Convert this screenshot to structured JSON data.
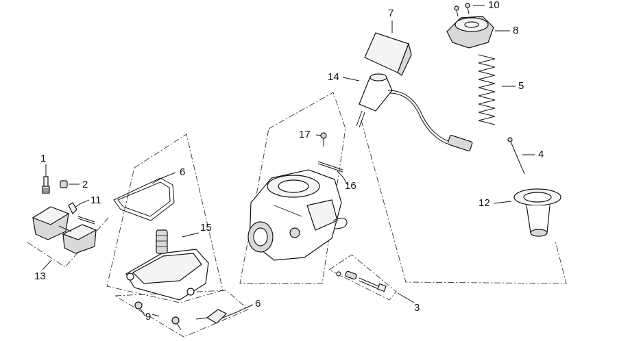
{
  "callouts": [
    {
      "id": "c1",
      "label": "1"
    },
    {
      "id": "c2",
      "label": "2"
    },
    {
      "id": "c3",
      "label": "3"
    },
    {
      "id": "c4",
      "label": "4"
    },
    {
      "id": "c5",
      "label": "5"
    },
    {
      "id": "c6a",
      "label": "6"
    },
    {
      "id": "c6b",
      "label": "6"
    },
    {
      "id": "c7",
      "label": "7"
    },
    {
      "id": "c8",
      "label": "8"
    },
    {
      "id": "c9",
      "label": "9"
    },
    {
      "id": "c10",
      "label": "10"
    },
    {
      "id": "c11",
      "label": "11"
    },
    {
      "id": "c12",
      "label": "12"
    },
    {
      "id": "c13",
      "label": "13"
    },
    {
      "id": "c14",
      "label": "14"
    },
    {
      "id": "c15",
      "label": "15"
    },
    {
      "id": "c16",
      "label": "16"
    },
    {
      "id": "c17",
      "label": "17"
    }
  ]
}
